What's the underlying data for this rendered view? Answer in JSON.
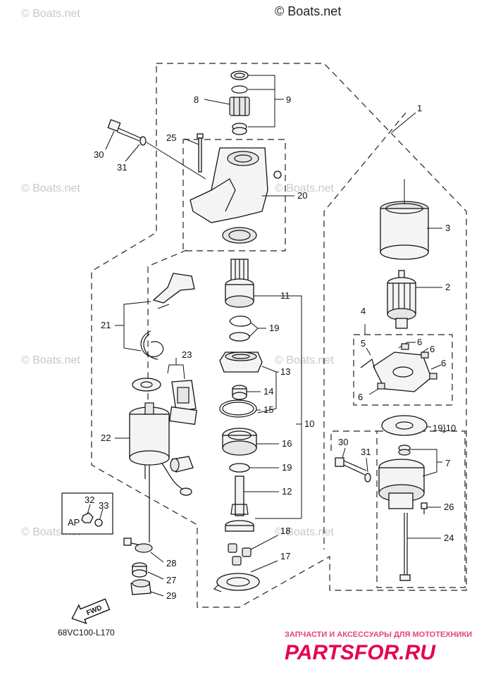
{
  "watermark": {
    "top": "© Boats.net",
    "repeat": "© Boats.net"
  },
  "diagram_code": "68VC100-L170",
  "ap_label": "AP",
  "fwd_label": "FWD",
  "brand": {
    "subtitle": "ЗАПЧАСТИ И АКСЕССУАРЫ ДЛЯ МОТОТЕХНИКИ",
    "name": "PARTSFOR.RU"
  },
  "callouts": {
    "c1": "1",
    "c2": "2",
    "c3": "3",
    "c4": "4",
    "c5": "5",
    "c6a": "6",
    "c6b": "6",
    "c6c": "6",
    "c6d": "6",
    "c7": "7",
    "c8": "8",
    "c9": "9",
    "c10": "10",
    "c11": "11",
    "c12": "12",
    "c13": "13",
    "c14": "14",
    "c15": "15",
    "c16": "16",
    "c17": "17",
    "c18": "18",
    "c19a": "19",
    "c19b": "19",
    "c19c": "19}10",
    "c20": "20",
    "c21": "21",
    "c22": "22",
    "c23": "23",
    "c24": "24",
    "c25": "25",
    "c26": "26",
    "c27": "27",
    "c28": "28",
    "c29": "29",
    "c30a": "30",
    "c30b": "30",
    "c31a": "31",
    "c31b": "31",
    "c32": "32",
    "c33": "33"
  },
  "colors": {
    "brand": "#e60050",
    "line": "#111111",
    "watermark": "#c8c8c8"
  }
}
